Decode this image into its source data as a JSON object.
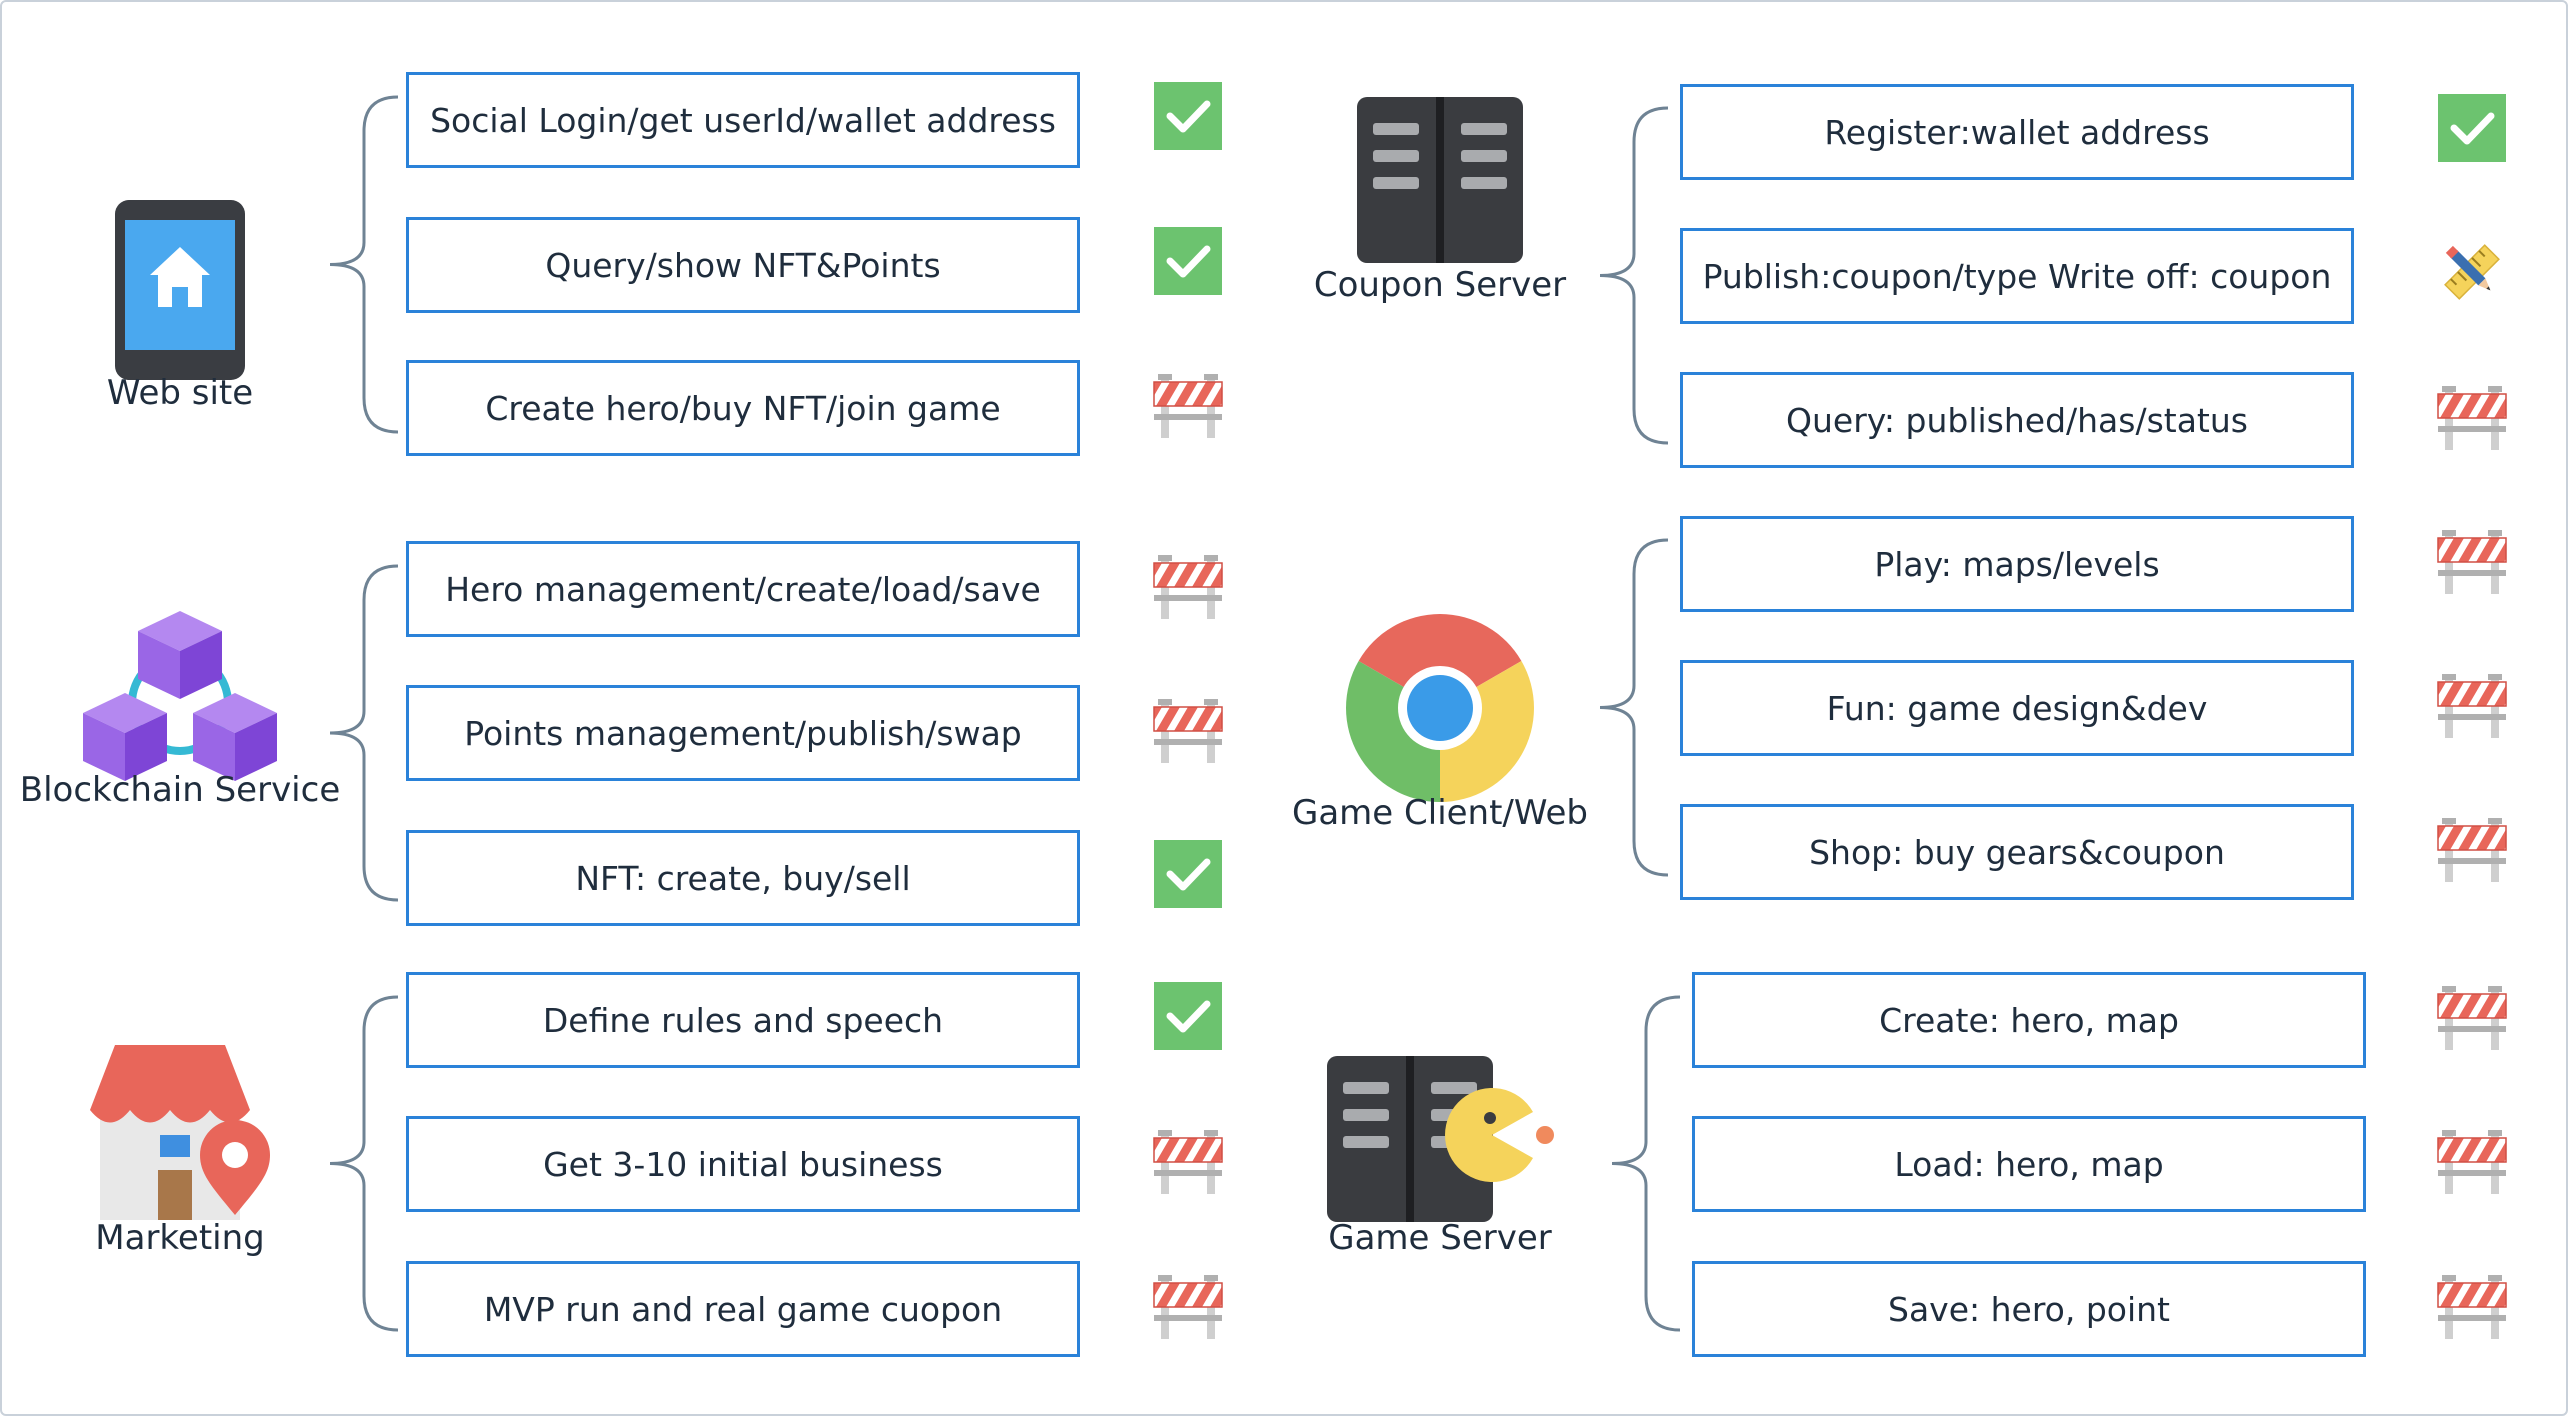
{
  "categories": [
    {
      "key": "website",
      "label": "Web site",
      "icon": "smartphone-home-icon",
      "items": [
        {
          "text": "Social Login/get userId/wallet address",
          "status": "done"
        },
        {
          "text": "Query/show NFT&Points",
          "status": "done"
        },
        {
          "text": "Create hero/buy NFT/join game",
          "status": "under-construction"
        }
      ]
    },
    {
      "key": "blockchain",
      "label": "Blockchain Service",
      "icon": "blockchain-cubes-icon",
      "items": [
        {
          "text": "Hero management/create/load/save",
          "status": "under-construction"
        },
        {
          "text": "Points management/publish/swap",
          "status": "under-construction"
        },
        {
          "text": "NFT: create, buy/sell",
          "status": "done"
        }
      ]
    },
    {
      "key": "marketing",
      "label": "Marketing",
      "icon": "store-location-icon",
      "items": [
        {
          "text": "Define rules and speech",
          "status": "done"
        },
        {
          "text": "Get 3-10 initial business",
          "status": "under-construction"
        },
        {
          "text": "MVP run and real game cuopon",
          "status": "under-construction"
        }
      ]
    },
    {
      "key": "coupon",
      "label": "Coupon Server",
      "icon": "server-icon",
      "items": [
        {
          "text": "Register:wallet address",
          "status": "done"
        },
        {
          "text": "Publish:coupon/type Write off: coupon",
          "status": "in-progress"
        },
        {
          "text": "Query: published/has/status",
          "status": "under-construction"
        }
      ]
    },
    {
      "key": "gameclient",
      "label": "Game Client/Web",
      "icon": "chrome-browser-icon",
      "items": [
        {
          "text": "Play: maps/levels",
          "status": "under-construction"
        },
        {
          "text": "Fun: game design&dev",
          "status": "under-construction"
        },
        {
          "text": "Shop: buy gears&coupon",
          "status": "under-construction"
        }
      ]
    },
    {
      "key": "gameserver",
      "label": "Game Server",
      "icon": "game-server-pacman-icon",
      "items": [
        {
          "text": "Create: hero, map",
          "status": "under-construction"
        },
        {
          "text": "Load: hero, map",
          "status": "under-construction"
        },
        {
          "text": "Save: hero, point",
          "status": "under-construction"
        }
      ]
    }
  ],
  "status_icons": {
    "done": "checkmark-icon",
    "in-progress": "pencil-ruler-icon",
    "under-construction": "barrier-icon"
  },
  "colors": {
    "box_border": "#2a82d9",
    "check_green": "#6cc36f",
    "connector": "#6f8394"
  }
}
